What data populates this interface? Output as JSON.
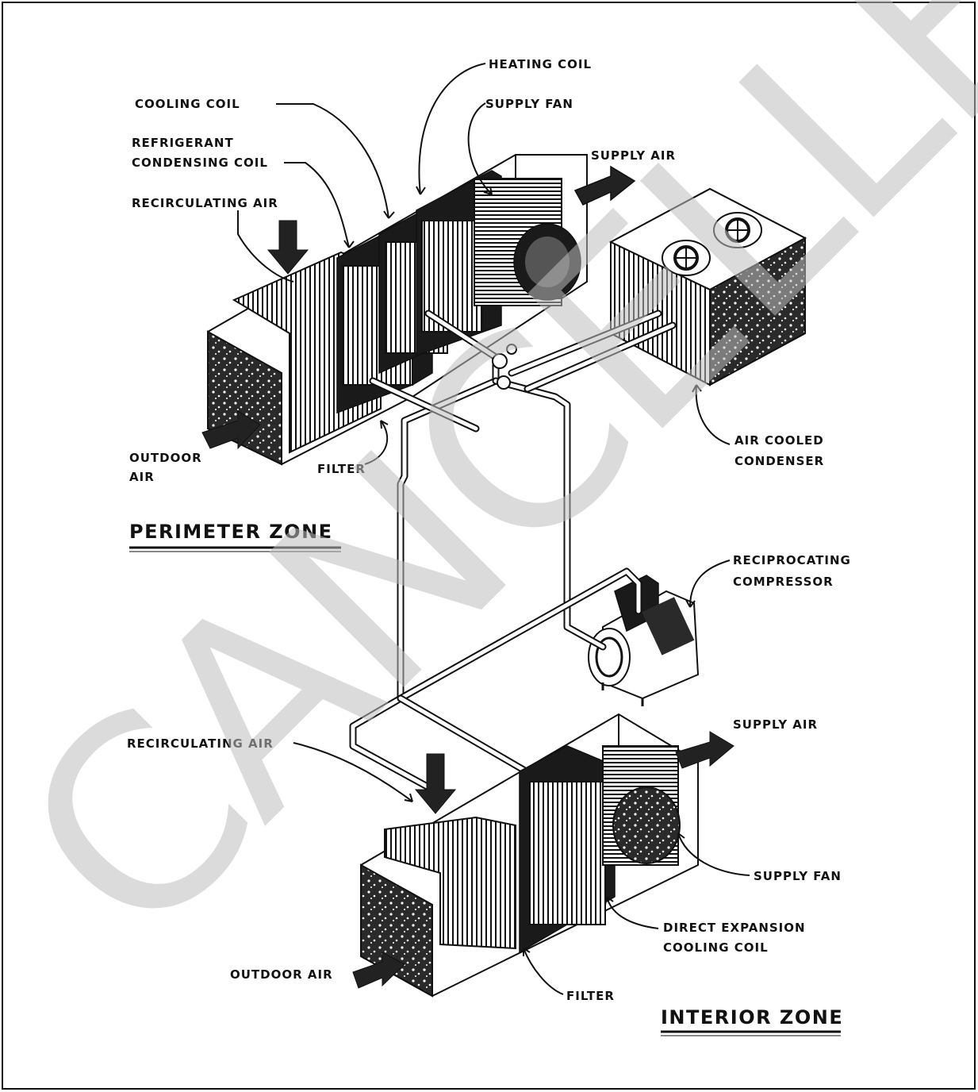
{
  "watermark": "CANCELLED",
  "labels": {
    "heating_coil": "HEATING COIL",
    "cooling_coil": "COOLING COIL",
    "supply_fan_top": "SUPPLY FAN",
    "refrigerant_1": "REFRIGERANT",
    "refrigerant_2": "CONDENSING COIL",
    "supply_air_top": "SUPPLY AIR",
    "recirc_air_top": "RECIRCULATING AIR",
    "outdoor_air_top_1": "OUTDOOR",
    "outdoor_air_top_2": "AIR",
    "filter_top": "FILTER",
    "air_cooled_1": "AIR COOLED",
    "air_cooled_2": "CONDENSER",
    "perimeter_zone": "PERIMETER ZONE",
    "recip_1": "RECIPROCATING",
    "recip_2": "COMPRESSOR",
    "supply_air_bottom": "SUPPLY AIR",
    "recirc_air_bottom": "RECIRCULATING AIR",
    "supply_fan_bottom": "SUPPLY FAN",
    "dx_1": "DIRECT EXPANSION",
    "dx_2": "COOLING COIL",
    "outdoor_air_bottom": "OUTDOOR AIR",
    "filter_bottom": "FILTER",
    "interior_zone": "INTERIOR ZONE"
  }
}
